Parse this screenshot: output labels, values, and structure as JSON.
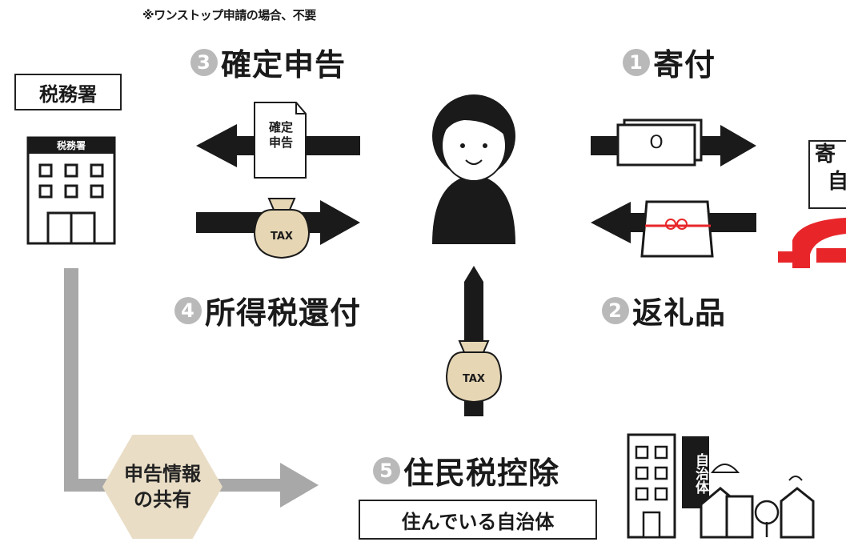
{
  "note": "※ワンストップ申請の場合、不要",
  "steps": {
    "s1": {
      "num": "1",
      "label": "寄付"
    },
    "s2": {
      "num": "2",
      "label": "返礼品"
    },
    "s3": {
      "num": "3",
      "label": "確定申告"
    },
    "s4": {
      "num": "4",
      "label": "所得税還付"
    },
    "s5": {
      "num": "5",
      "label": "住民税控除"
    }
  },
  "tax_office": {
    "label": "税務署",
    "sign": "税務署"
  },
  "kakutei_doc": {
    "line1": "確定",
    "line2": "申告"
  },
  "tax_bag": "TAX",
  "cash": "O",
  "share": {
    "line1": "申告情報",
    "line2": "の共有"
  },
  "local_gov": {
    "label": "住んでいる自治体",
    "sign": "自治体"
  },
  "right_partial": {
    "line1": "寄",
    "line2": "自"
  },
  "colors": {
    "arrow_dark": "#1a1a1a",
    "arrow_gray": "#a8a8a8",
    "hex_fill": "#e9ddc6",
    "bag_fill": "#e6d6b4",
    "accent_red": "#e8262a"
  }
}
